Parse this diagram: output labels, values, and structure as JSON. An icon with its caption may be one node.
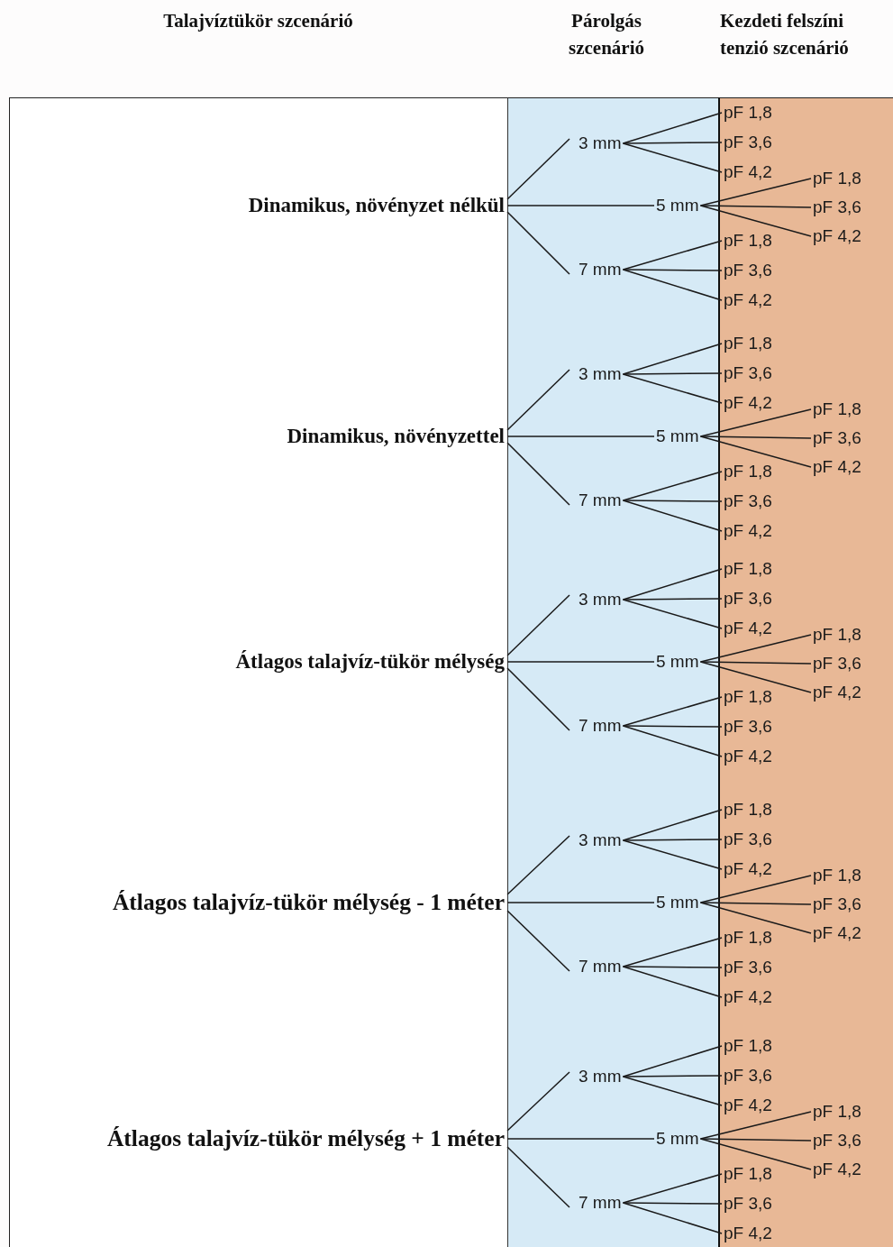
{
  "diagram": {
    "nodes": [
      {
        "text": [
          "Talajvíztükör szcenárió"
        ]
      },
      {
        "text": [
          "Párolgás szcenárió"
        ]
      },
      {
        "text": [
          "Kezdeti felszíni tenzió szcenárió"
        ]
      },
      {
        "text": [
          "Dinamikus, növényzet nélkül"
        ],
        "in": 0
      },
      {
        "text": [
          "3 mm"
        ],
        "in": 1
      },
      {
        "text": [
          "pF 1,8"
        ],
        "in": 2
      },
      {
        "text": [
          "pF 3,6"
        ],
        "in": 2
      },
      {
        "text": [
          "pF 4,2"
        ],
        "in": 2
      },
      {
        "text": [
          "5 mm"
        ],
        "in": 1
      },
      {
        "text": [
          "pF 1,8"
        ],
        "in": 2
      },
      {
        "text": [
          "pF 3,6"
        ],
        "in": 2
      },
      {
        "text": [
          "pF 4,2"
        ],
        "in": 2
      },
      {
        "text": [
          "7 mm"
        ],
        "in": 1
      },
      {
        "text": [
          "pF 1,8"
        ],
        "in": 2
      },
      {
        "text": [
          "pF 3,6"
        ],
        "in": 2
      },
      {
        "text": [
          "pF 4,2"
        ],
        "in": 2
      },
      {
        "text": [
          "Dinamikus, növényzettel"
        ],
        "in": 0
      },
      {
        "text": [
          "3 mm"
        ],
        "in": 1
      },
      {
        "text": [
          "pF 1,8"
        ],
        "in": 2
      },
      {
        "text": [
          "pF 3,6"
        ],
        "in": 2
      },
      {
        "text": [
          "pF 4,2"
        ],
        "in": 2
      },
      {
        "text": [
          "5 mm"
        ],
        "in": 1
      },
      {
        "text": [
          "pF 1,8"
        ],
        "in": 2
      },
      {
        "text": [
          "pF 3,6"
        ],
        "in": 2
      },
      {
        "text": [
          "pF 4,2"
        ],
        "in": 2
      },
      {
        "text": [
          "7 mm"
        ],
        "in": 1
      },
      {
        "text": [
          "pF 1,8"
        ],
        "in": 2
      },
      {
        "text": [
          "pF 3,6"
        ],
        "in": 2
      },
      {
        "text": [
          "pF 4,2"
        ],
        "in": 2
      },
      {
        "text": [
          "Átlagos talajvíz-tükör mélység"
        ],
        "in": 0
      },
      {
        "text": [
          "3 mm"
        ],
        "in": 1
      },
      {
        "text": [
          "pF 1,8"
        ],
        "in": 2
      },
      {
        "text": [
          "pF 3,6"
        ],
        "in": 2
      },
      {
        "text": [
          "pF 4,2"
        ],
        "in": 2
      },
      {
        "text": [
          "5 mm"
        ],
        "in": 1
      },
      {
        "text": [
          "pF 1,8"
        ],
        "in": 2
      },
      {
        "text": [
          "pF 3,6"
        ],
        "in": 2
      },
      {
        "text": [
          "pF 4,2"
        ],
        "in": 2
      },
      {
        "text": [
          "7 mm"
        ],
        "in": 1
      },
      {
        "text": [
          "pF 1,8"
        ],
        "in": 2
      },
      {
        "text": [
          "pF 3,6"
        ],
        "in": 2
      },
      {
        "text": [
          "pF 4,2"
        ],
        "in": 2
      },
      {
        "text": [
          "Átlagos talajvíz-tükör mélység - 1 méter"
        ],
        "in": 0
      },
      {
        "text": [
          "3 mm"
        ],
        "in": 1
      },
      {
        "text": [
          "pF 1,8"
        ],
        "in": 2
      },
      {
        "text": [
          "pF 3,6"
        ],
        "in": 2
      },
      {
        "text": [
          "pF 4,2"
        ],
        "in": 2
      },
      {
        "text": [
          "5 mm"
        ],
        "in": 1
      },
      {
        "text": [
          "pF 1,8"
        ],
        "in": 2
      },
      {
        "text": [
          "pF 3,6"
        ],
        "in": 2
      },
      {
        "text": [
          "pF 4,2"
        ],
        "in": 2
      },
      {
        "text": [
          "7 mm"
        ],
        "in": 1
      },
      {
        "text": [
          "pF 1,8"
        ],
        "in": 2
      },
      {
        "text": [
          "pF 3,6"
        ],
        "in": 2
      },
      {
        "text": [
          "pF 4,2"
        ],
        "in": 2
      },
      {
        "text": [
          "Átlagos talajvíz-tükör mélység + 1 méter"
        ],
        "in": 0
      },
      {
        "text": [
          "3 mm"
        ],
        "in": 1
      },
      {
        "text": [
          "pF 1,8"
        ],
        "in": 2
      },
      {
        "text": [
          "pF 3,6"
        ],
        "in": 2
      },
      {
        "text": [
          "pF 4,2"
        ],
        "in": 2
      },
      {
        "text": [
          "5 mm"
        ],
        "in": 1
      },
      {
        "text": [
          "pF 1,8"
        ],
        "in": 2
      },
      {
        "text": [
          "pF 3,6"
        ],
        "in": 2
      },
      {
        "text": [
          "pF 4,2"
        ],
        "in": 2
      },
      {
        "text": [
          "7 mm"
        ],
        "in": 1
      },
      {
        "text": [
          "pF 1,8"
        ],
        "in": 2
      },
      {
        "text": [
          "pF 3,6"
        ],
        "in": 2
      },
      {
        "text": [
          "pF 4,2"
        ],
        "in": 2
      }
    ],
    "edges": [
      {
        "from": 3,
        "to": 4,
        "arrow": "none"
      },
      {
        "from": 4,
        "to": 5,
        "arrow": "none"
      },
      {
        "from": 4,
        "to": 6,
        "arrow": "none"
      },
      {
        "from": 4,
        "to": 7,
        "arrow": "none"
      },
      {
        "from": 3,
        "to": 8,
        "arrow": "none"
      },
      {
        "from": 8,
        "to": 9,
        "arrow": "none"
      },
      {
        "from": 8,
        "to": 10,
        "arrow": "none"
      },
      {
        "from": 8,
        "to": 11,
        "arrow": "none"
      },
      {
        "from": 3,
        "to": 12,
        "arrow": "none"
      },
      {
        "from": 12,
        "to": 13,
        "arrow": "none"
      },
      {
        "from": 12,
        "to": 14,
        "arrow": "none"
      },
      {
        "from": 12,
        "to": 15,
        "arrow": "none"
      },
      {
        "from": 16,
        "to": 17,
        "arrow": "none"
      },
      {
        "from": 17,
        "to": 18,
        "arrow": "none"
      },
      {
        "from": 17,
        "to": 19,
        "arrow": "none"
      },
      {
        "from": 17,
        "to": 20,
        "arrow": "none"
      },
      {
        "from": 16,
        "to": 21,
        "arrow": "none"
      },
      {
        "from": 21,
        "to": 22,
        "arrow": "none"
      },
      {
        "from": 21,
        "to": 23,
        "arrow": "none"
      },
      {
        "from": 21,
        "to": 24,
        "arrow": "none"
      },
      {
        "from": 16,
        "to": 25,
        "arrow": "none"
      },
      {
        "from": 25,
        "to": 26,
        "arrow": "none"
      },
      {
        "from": 25,
        "to": 27,
        "arrow": "none"
      },
      {
        "from": 25,
        "to": 28,
        "arrow": "none"
      },
      {
        "from": 29,
        "to": 30,
        "arrow": "none"
      },
      {
        "from": 30,
        "to": 31,
        "arrow": "none"
      },
      {
        "from": 30,
        "to": 32,
        "arrow": "none"
      },
      {
        "from": 30,
        "to": 33,
        "arrow": "none"
      },
      {
        "from": 29,
        "to": 34,
        "arrow": "none"
      },
      {
        "from": 34,
        "to": 35,
        "arrow": "none"
      },
      {
        "from": 34,
        "to": 36,
        "arrow": "none"
      },
      {
        "from": 34,
        "to": 37,
        "arrow": "none"
      },
      {
        "from": 29,
        "to": 38,
        "arrow": "none"
      },
      {
        "from": 38,
        "to": 39,
        "arrow": "none"
      },
      {
        "from": 38,
        "to": 40,
        "arrow": "none"
      },
      {
        "from": 38,
        "to": 41,
        "arrow": "none"
      },
      {
        "from": 42,
        "to": 43,
        "arrow": "none"
      },
      {
        "from": 43,
        "to": 44,
        "arrow": "none"
      },
      {
        "from": 43,
        "to": 45,
        "arrow": "none"
      },
      {
        "from": 43,
        "to": 46,
        "arrow": "none"
      },
      {
        "from": 42,
        "to": 47,
        "arrow": "none"
      },
      {
        "from": 47,
        "to": 48,
        "arrow": "none"
      },
      {
        "from": 47,
        "to": 49,
        "arrow": "none"
      },
      {
        "from": 47,
        "to": 50,
        "arrow": "none"
      },
      {
        "from": 42,
        "to": 51,
        "arrow": "none"
      },
      {
        "from": 51,
        "to": 52,
        "arrow": "none"
      },
      {
        "from": 51,
        "to": 53,
        "arrow": "none"
      },
      {
        "from": 51,
        "to": 54,
        "arrow": "none"
      },
      {
        "from": 55,
        "to": 56,
        "arrow": "none"
      },
      {
        "from": 56,
        "to": 57,
        "arrow": "none"
      },
      {
        "from": 56,
        "to": 58,
        "arrow": "none"
      },
      {
        "from": 56,
        "to": 59,
        "arrow": "none"
      },
      {
        "from": 55,
        "to": 60,
        "arrow": "none"
      },
      {
        "from": 60,
        "to": 61,
        "arrow": "none"
      },
      {
        "from": 60,
        "to": 62,
        "arrow": "none"
      },
      {
        "from": 60,
        "to": 63,
        "arrow": "none"
      },
      {
        "from": 55,
        "to": 64,
        "arrow": "none"
      },
      {
        "from": 64,
        "to": 65,
        "arrow": "none"
      },
      {
        "from": 64,
        "to": 66,
        "arrow": "none"
      },
      {
        "from": 64,
        "to": 67,
        "arrow": "none"
      }
    ]
  }
}
